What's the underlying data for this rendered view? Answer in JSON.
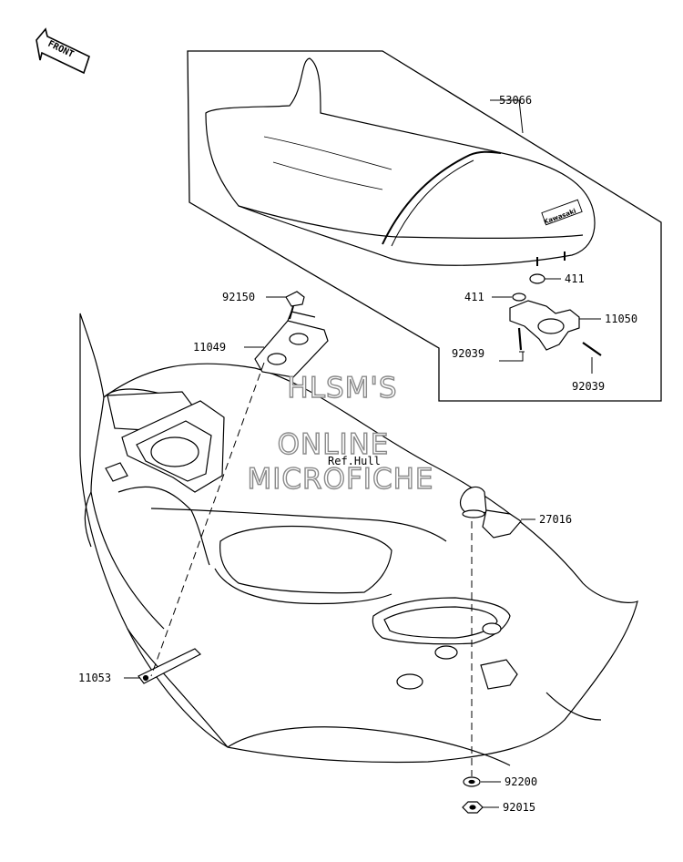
{
  "front_arrow": {
    "label": "FRONT"
  },
  "seat_brand": "Kawasaki",
  "watermark": {
    "line1": "HLSM'S",
    "line2": "ONLINE",
    "line3": "MICROFICHE"
  },
  "reference": "Ref.Hull",
  "parts": [
    {
      "id": "p53066",
      "number": "53066"
    },
    {
      "id": "p411a",
      "number": "411"
    },
    {
      "id": "p411b",
      "number": "411"
    },
    {
      "id": "p11050",
      "number": "11050"
    },
    {
      "id": "p92039a",
      "number": "92039"
    },
    {
      "id": "p92039b",
      "number": "92039"
    },
    {
      "id": "p92150",
      "number": "92150"
    },
    {
      "id": "p11049",
      "number": "11049"
    },
    {
      "id": "p27016",
      "number": "27016"
    },
    {
      "id": "p11053",
      "number": "11053"
    },
    {
      "id": "p92200",
      "number": "92200"
    },
    {
      "id": "p92015",
      "number": "92015"
    }
  ]
}
